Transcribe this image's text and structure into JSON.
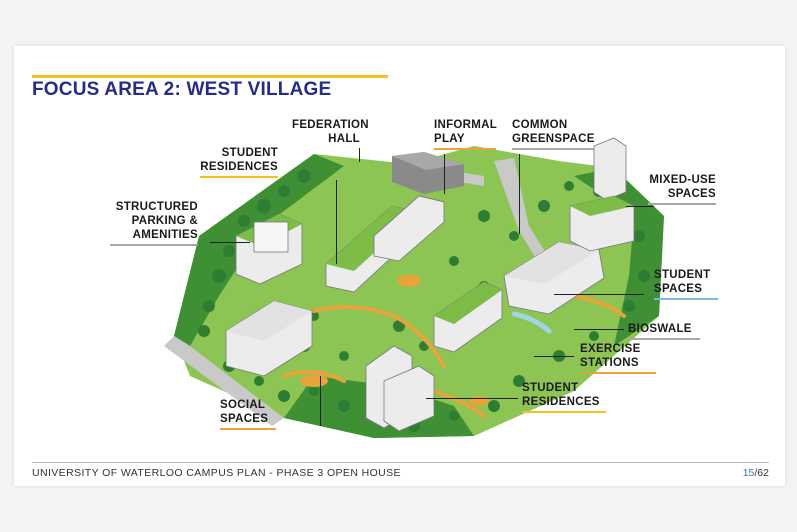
{
  "slide": {
    "title": "FOCUS AREA 2: WEST VILLAGE",
    "footer": "UNIVERSITY OF WATERLOO CAMPUS PLAN - PHASE 3 OPEN HOUSE",
    "page_current": "15",
    "page_total": "/62"
  },
  "callouts": {
    "federation_hall": [
      "FEDERATION",
      "HALL"
    ],
    "informal_play": [
      "INFORMAL",
      "PLAY"
    ],
    "common_greenspace": [
      "COMMON",
      "GREENSPACE"
    ],
    "student_residences_top": [
      "STUDENT",
      "RESIDENCES"
    ],
    "structured_parking": [
      "STRUCTURED",
      "PARKING &",
      "AMENITIES"
    ],
    "mixed_use": [
      "MIXED-USE",
      "SPACES"
    ],
    "student_spaces": [
      "STUDENT",
      "SPACES"
    ],
    "bioswale": [
      "BIOSWALE"
    ],
    "exercise_stations": [
      "EXERCISE",
      "STATIONS"
    ],
    "student_residences_bottom": [
      "STUDENT",
      "RESIDENCES"
    ],
    "social_spaces": [
      "SOCIAL",
      "SPACES"
    ]
  },
  "colors": {
    "title": "#262d86",
    "accent_yellow": "#f3c21b",
    "greenspace": "#7cbc47",
    "trees": "#2f7d32",
    "pathway": "#e8a33a",
    "building": "#ececec",
    "water": "#9fd4e0",
    "page_current": "#3b72c2"
  }
}
